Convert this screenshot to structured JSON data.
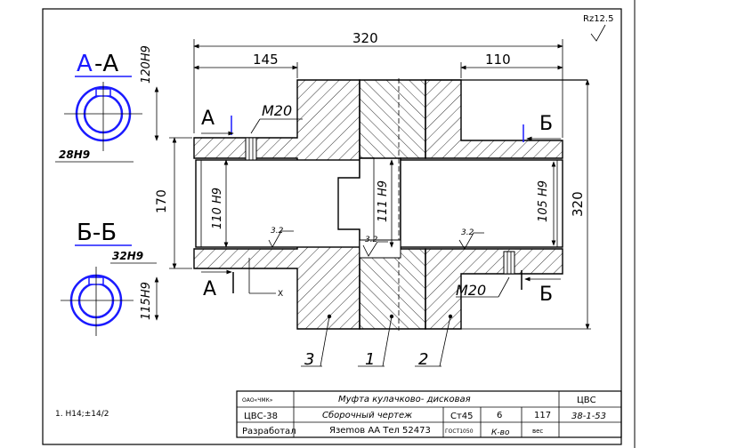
{
  "roughness_general": "Rz12.5",
  "dimensions": {
    "overall_length": "320",
    "left_length": "145",
    "right_length": "110",
    "left_diameter": "170",
    "right_diameter": "320",
    "bore_left": "110 H9",
    "bore_center": "111 H9",
    "bore_right": "105 H9",
    "thread_top": "M20",
    "thread_bottom": "M20"
  },
  "roughness_marks": [
    "3.2",
    "3.2",
    "3.2"
  ],
  "section_marks": {
    "a_top": "А",
    "a_bottom": "А",
    "b_top": "Б",
    "b_bottom": "Б"
  },
  "section_views": {
    "aa": {
      "title_a1": "А",
      "title_rest": "-А",
      "dim_width": "120H9",
      "dim_keyway": "28H9"
    },
    "bb": {
      "title": "Б-Б",
      "dim_keyway": "32H9",
      "dim_width": "115H9"
    }
  },
  "axis_label": "X",
  "part_callouts": [
    "3",
    "1",
    "2"
  ],
  "tech_note": "1. H14;±14/2",
  "title_block": {
    "org": "ОАО«ЧМК»",
    "name": "Муфта кулачково- дисковая",
    "code_right": "ЦВС",
    "designation": "ЦВС-38",
    "doc_type": "Сборочный чертеж",
    "material": "Ст45",
    "qty": "6",
    "number": "117",
    "sheet_ref": "38-1-53",
    "role": "Разработал",
    "author": "Язеmов АА Тел 52473",
    "std": "ГОСТ1050",
    "count_label": "К-во",
    "weight_label": "вес"
  }
}
